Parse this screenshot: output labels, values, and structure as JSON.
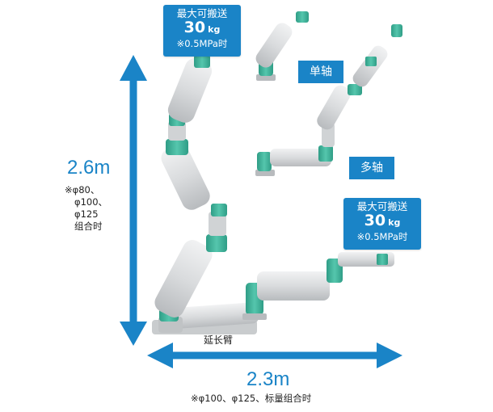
{
  "badge_top": {
    "line1": "最大可搬送",
    "value": "30",
    "unit": "kg",
    "line3": "※0.5MPa时"
  },
  "badge_right": {
    "line1": "最大可搬送",
    "value": "30",
    "unit": "kg",
    "line3": "※0.5MPa时"
  },
  "label_single": "单轴",
  "label_multi": "多轴",
  "height": {
    "value": "2.6m",
    "note": [
      "※φ80、",
      "φ100、",
      "φ125",
      "组合时"
    ]
  },
  "width": {
    "value": "2.3m",
    "note": "※φ100、φ125、标量组合时"
  },
  "extension_label": "延长臂",
  "colors": {
    "accent": "#1a84c7",
    "arm_gray": "#d8dadc",
    "joint_green": "#3fb39a"
  }
}
